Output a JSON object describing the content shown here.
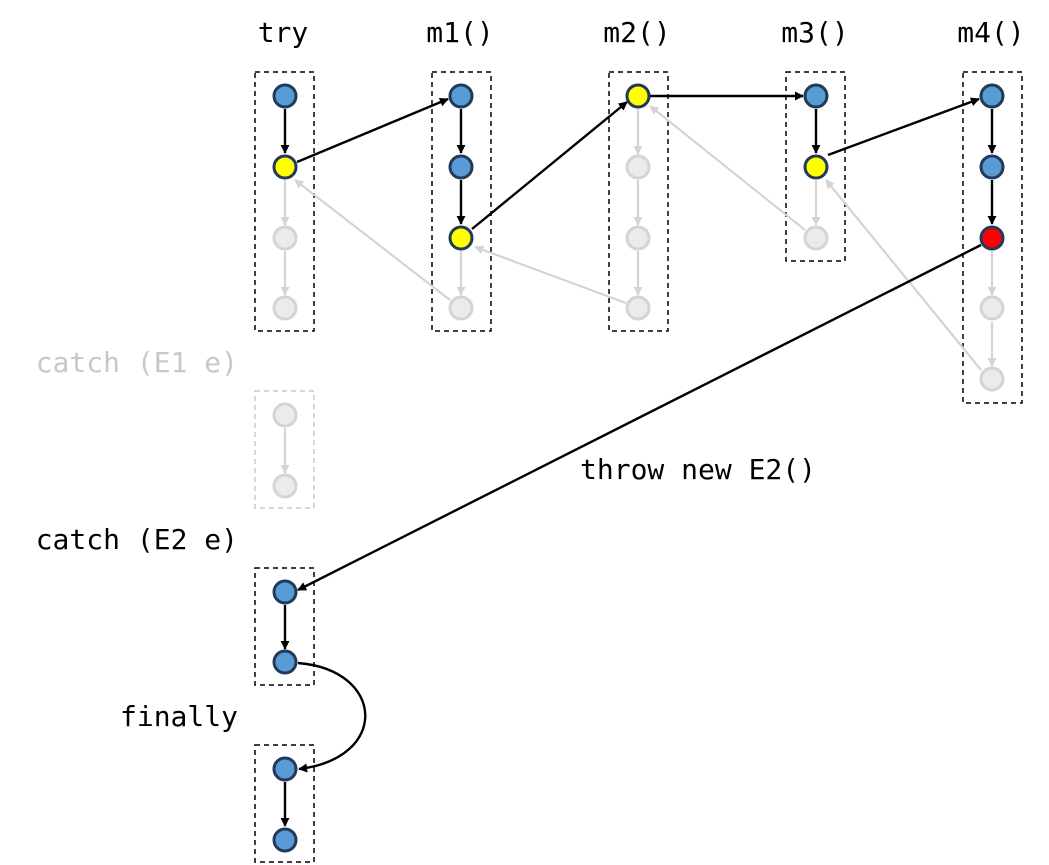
{
  "labels": {
    "try": "try",
    "m1": "m1()",
    "m2": "m2()",
    "m3": "m3()",
    "m4": "m4()",
    "catch_e1": "catch (E1 e)",
    "catch_e2": "catch (E2 e)",
    "finally": "finally",
    "throw": "throw new E2()"
  },
  "colors": {
    "node_active": "#5b9bd5",
    "node_call": "#ffff00",
    "node_throw": "#ff0000",
    "node_inactive": "#ebebeb",
    "stroke_active": "#1f3a5a",
    "stroke_inactive": "#d4d4d4",
    "edge_active": "#000000",
    "edge_inactive": "#d4d4d4",
    "text_active": "#000000",
    "text_inactive": "#c8c8c8"
  }
}
